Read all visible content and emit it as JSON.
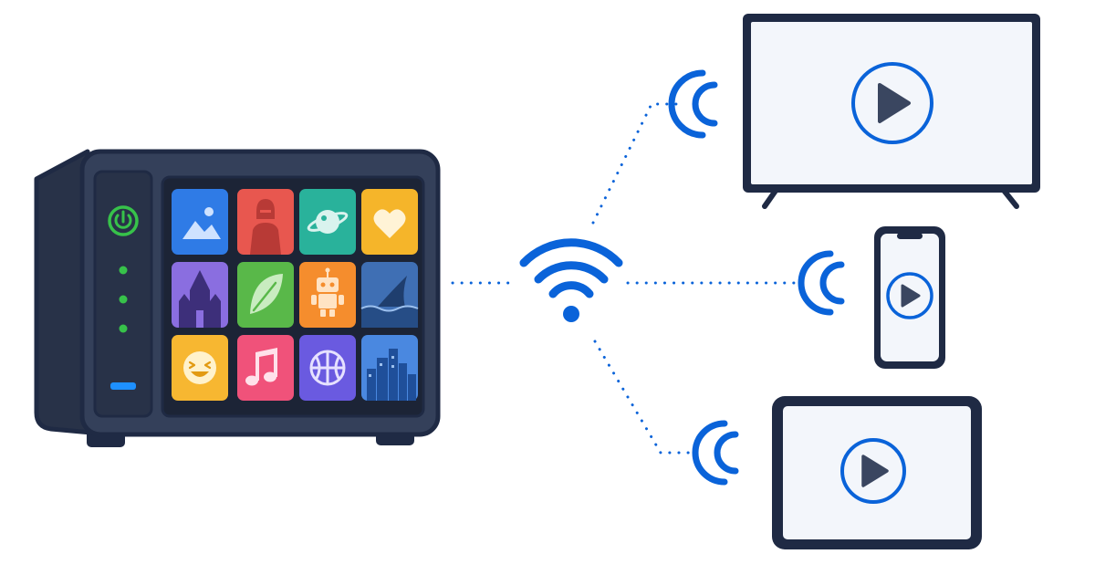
{
  "colors": {
    "background": "#ffffff",
    "outline": "#1f2a44",
    "nas_body": "#34405a",
    "nas_panel": "#283248",
    "wifi_blue": "#0a63d9",
    "screen_fill": "#f3f6fb",
    "power_green": "#37c24a",
    "usb_blue": "#1e90ff"
  },
  "nas": {
    "leds": [
      "on",
      "on",
      "on"
    ],
    "tiles": [
      {
        "icon": "image-icon",
        "color": "#2f7be6"
      },
      {
        "icon": "person-icon",
        "color": "#e8574f"
      },
      {
        "icon": "planet-icon",
        "color": "#29b29b"
      },
      {
        "icon": "heart-icon",
        "color": "#f5b52a"
      },
      {
        "icon": "castle-icon",
        "color": "#8a6ee0"
      },
      {
        "icon": "leaf-icon",
        "color": "#59b849"
      },
      {
        "icon": "robot-icon",
        "color": "#f58d2d"
      },
      {
        "icon": "shark-fin-icon",
        "color": "#3f6fb4"
      },
      {
        "icon": "smiley-icon",
        "color": "#f7b731"
      },
      {
        "icon": "music-note-icon",
        "color": "#f0527a"
      },
      {
        "icon": "basketball-icon",
        "color": "#6a5ae0"
      },
      {
        "icon": "city-icon",
        "color": "#4a88e0"
      }
    ]
  },
  "devices": [
    {
      "kind": "tv",
      "icon": "play-icon"
    },
    {
      "kind": "phone",
      "icon": "play-icon"
    },
    {
      "kind": "tablet",
      "icon": "play-icon"
    }
  ]
}
